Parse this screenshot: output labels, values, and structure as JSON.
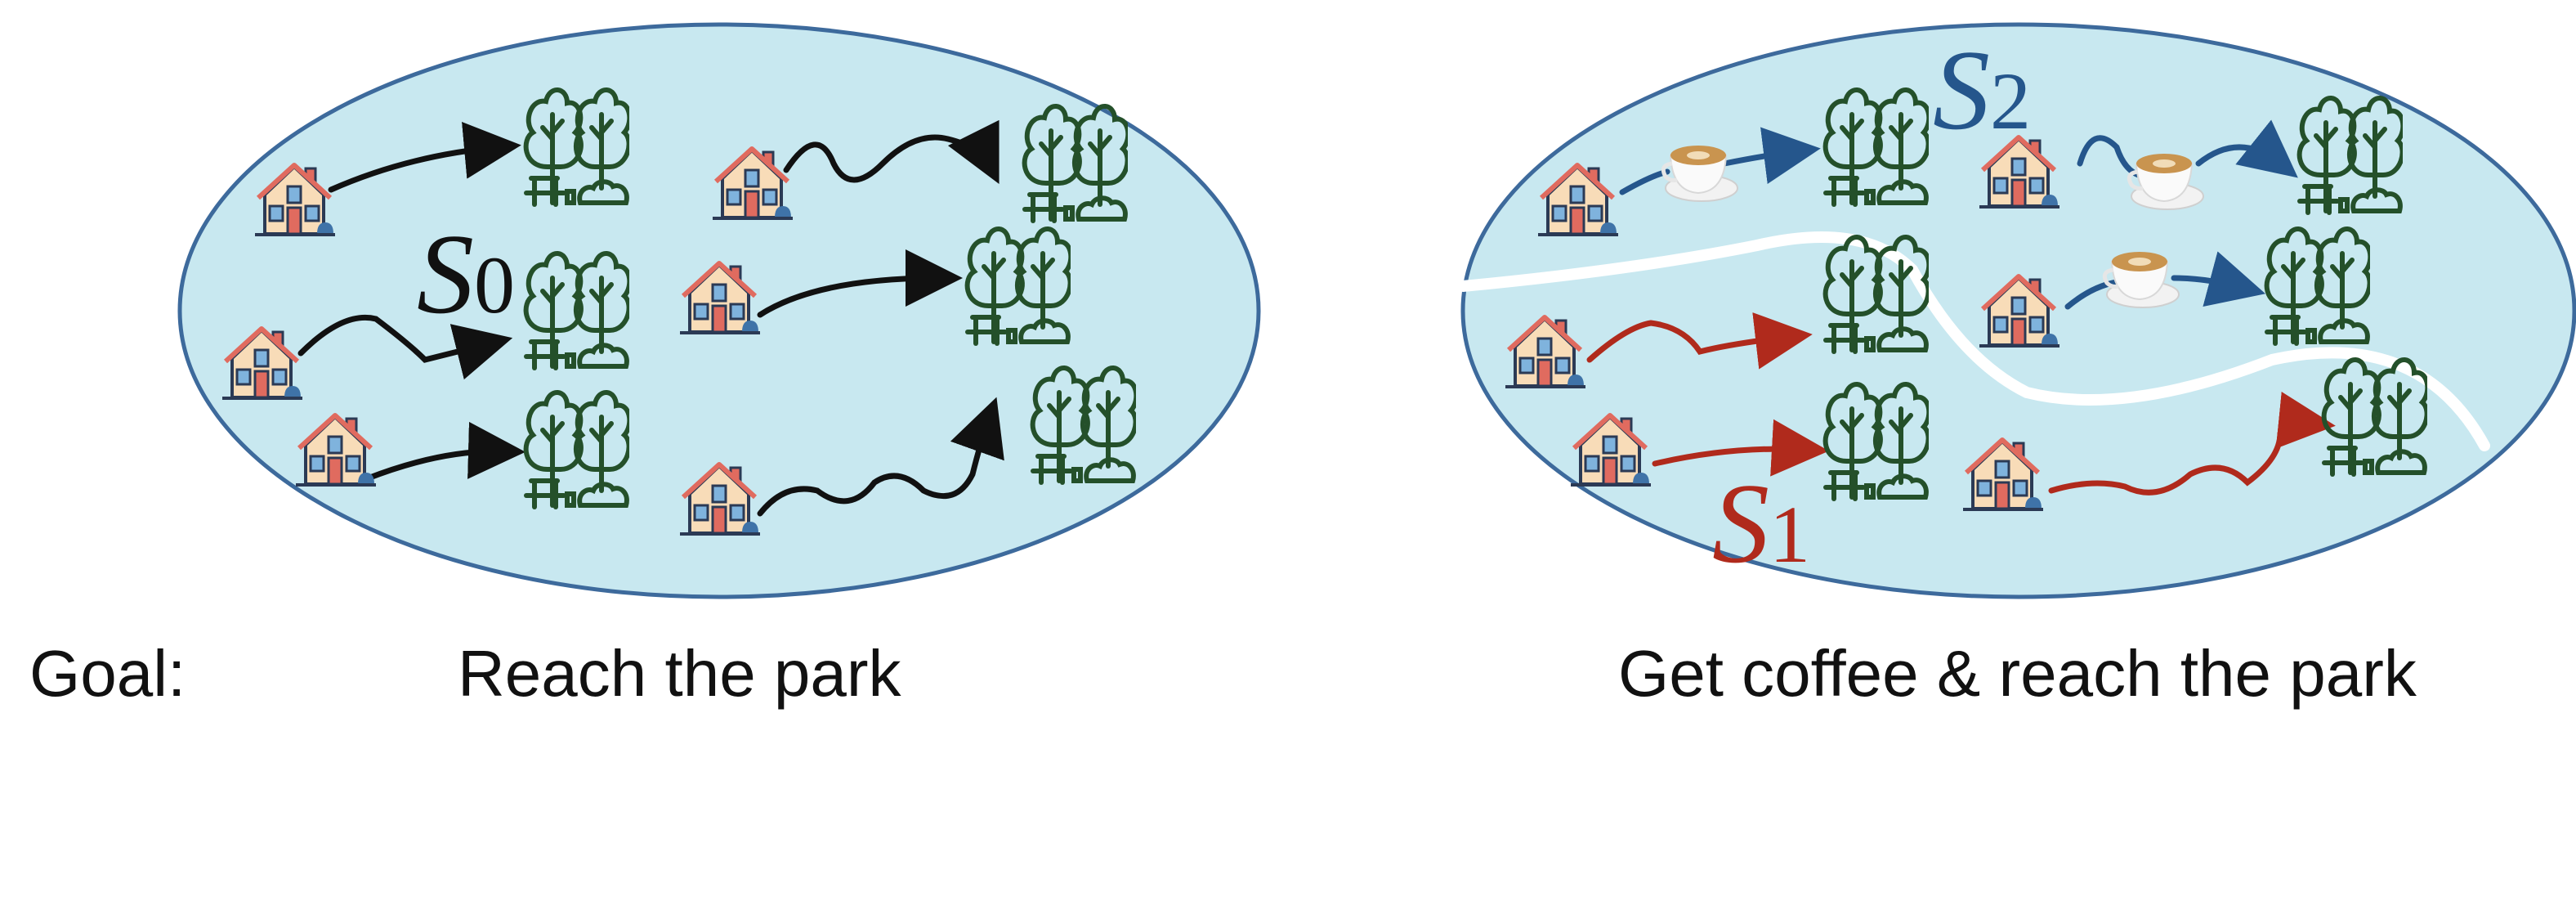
{
  "left_panel": {
    "set_label": "S",
    "set_subscript": "0",
    "goal_prefix": "Goal:",
    "goal": "Reach the park"
  },
  "right_panel": {
    "set2_label": "S",
    "set2_subscript": "2",
    "set1_label": "S",
    "set1_subscript": "1",
    "goal": "Get coffee & reach the park"
  },
  "colors": {
    "ellipse_fill": "#c8e8f0",
    "ellipse_stroke": "#3d6a9c",
    "arrow_black": "#111111",
    "arrow_blue": "#25568c",
    "arrow_red": "#b02a1c",
    "park_green": "#24502a"
  }
}
